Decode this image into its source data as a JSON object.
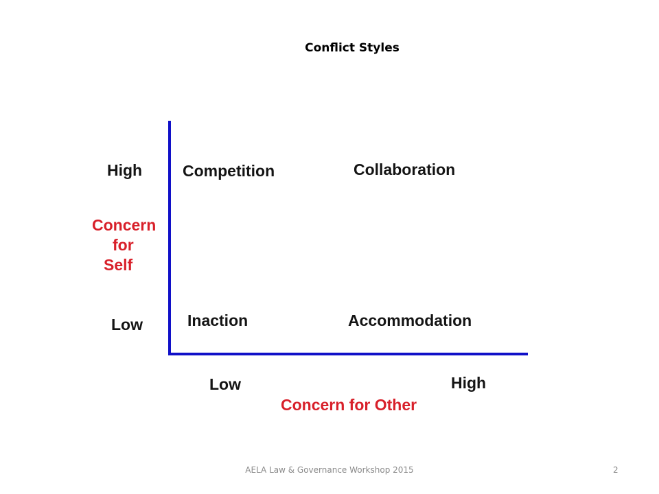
{
  "title": "Conflict Styles",
  "diagram": {
    "y_axis": {
      "title_lines": [
        "Concern",
        "for",
        "Self"
      ],
      "high": "High",
      "low": "Low"
    },
    "x_axis": {
      "title": "Concern for Other",
      "low": "Low",
      "high": "High"
    },
    "quadrants": {
      "top_left": "Competition",
      "top_right": "Collaboration",
      "bottom_left": "Inaction",
      "bottom_right": "Accommodation"
    },
    "colors": {
      "axis": "#1010c8",
      "axis_title": "#d8202a",
      "label": "#141414"
    }
  },
  "footer": {
    "text": "AELA Law & Governance Workshop 2015",
    "page": "2"
  }
}
